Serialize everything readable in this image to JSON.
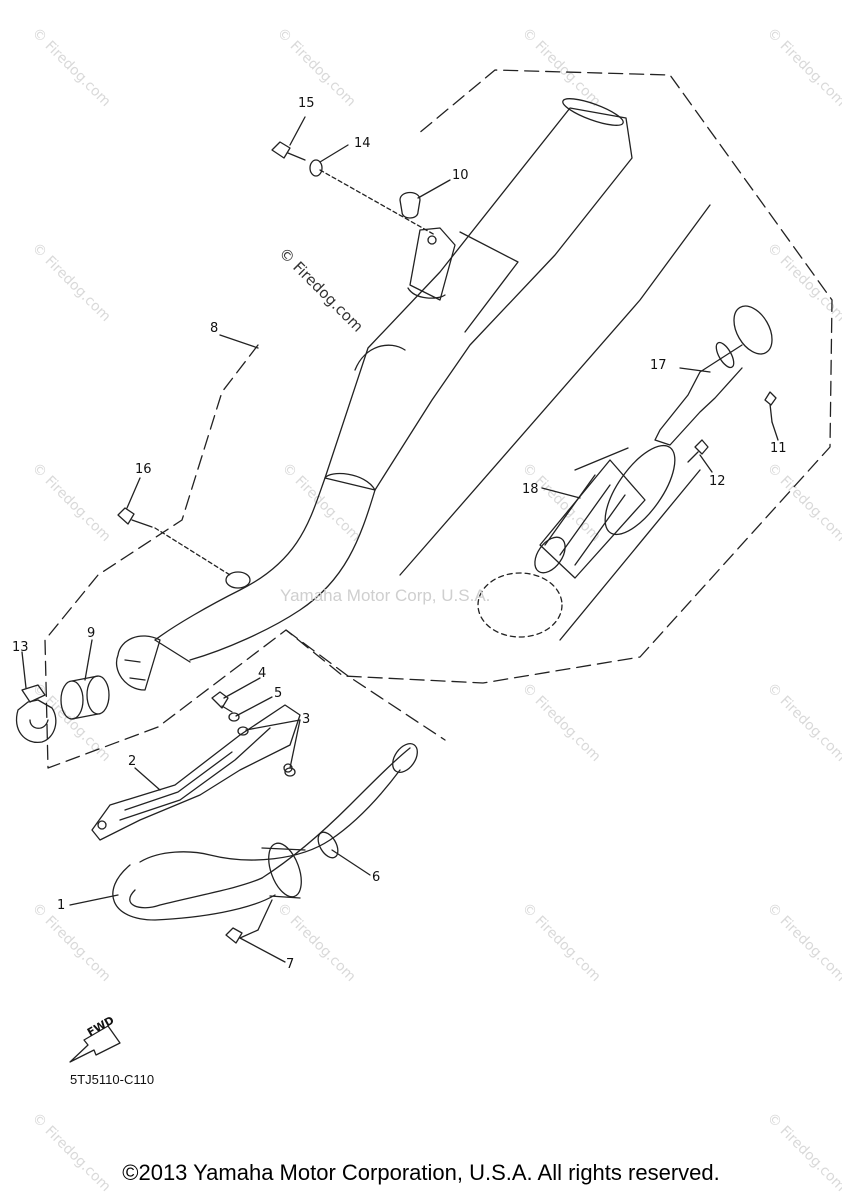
{
  "callouts": {
    "n1": "1",
    "n2": "2",
    "n3": "3",
    "n4": "4",
    "n5": "5",
    "n6": "6",
    "n7": "7",
    "n8": "8",
    "n9": "9",
    "n10": "10",
    "n11": "11",
    "n12": "12",
    "n13": "13",
    "n14": "14",
    "n15": "15",
    "n16": "16",
    "n17": "17",
    "n18": "18"
  },
  "diagram_code": "5TJ5110-C110",
  "fwd_label": "FWD",
  "center_watermark": "Yamaha Motor Corp, U.S.A.",
  "diag_watermark": "© Firedog.com",
  "corner_watermark": "© Firedog.com",
  "copyright": "©2013 Yamaha Motor Corporation, U.S.A. All rights reserved."
}
